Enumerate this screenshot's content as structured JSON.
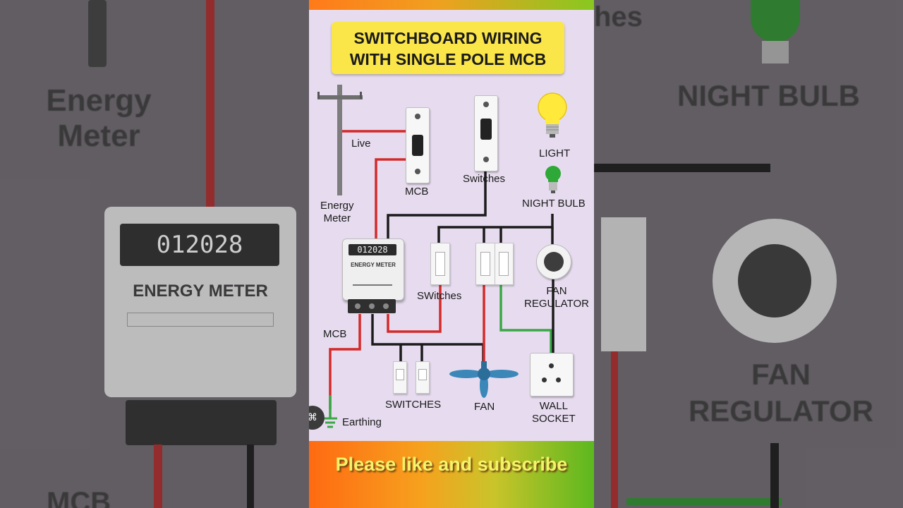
{
  "title": {
    "line1": "SWITCHBOARD WIRING",
    "line2": "WITH SINGLE POLE MCB"
  },
  "labels": {
    "live": "Live",
    "energy_meter_top": "Energy",
    "energy_meter_bottom": "Meter",
    "mcb_top": "MCB",
    "switches_top": "Switches",
    "light": "LIGHT",
    "night_bulb": "NIGHT BULB",
    "switches_mid": "SWitches",
    "fan_regulator_1": "FAN",
    "fan_regulator_2": "REGULATOR",
    "mcb_left": "MCB",
    "earthing": "Earthing",
    "switches_bottom": "SWITCHES",
    "fan": "FAN",
    "wall_socket_1": "WALL",
    "wall_socket_2": "SOCKET"
  },
  "meter": {
    "reading": "012028",
    "name": "ENERGY METER"
  },
  "footer": {
    "subscribe": "Please like and subscribe"
  },
  "background": {
    "left_energy": "Energy",
    "left_meter": "Meter",
    "left_reading": "012028",
    "left_meter_name": "ENERGY METER",
    "left_mcb": "MCB",
    "right_ches": "hes",
    "right_night_bulb": "NIGHT BULB",
    "right_fan": "FAN",
    "right_regulator": "REGULATOR"
  },
  "colors": {
    "live_wire": "#d42a2a",
    "neutral_wire": "#1b1b1b",
    "earth_wire": "#3aa845",
    "title_bg": "#fbe64a",
    "panel_bg": "#e7dcef"
  },
  "icons": [
    "utility-pole-icon",
    "light-bulb-icon",
    "night-bulb-icon",
    "ceiling-fan-icon",
    "earthing-icon",
    "scan-icon"
  ]
}
